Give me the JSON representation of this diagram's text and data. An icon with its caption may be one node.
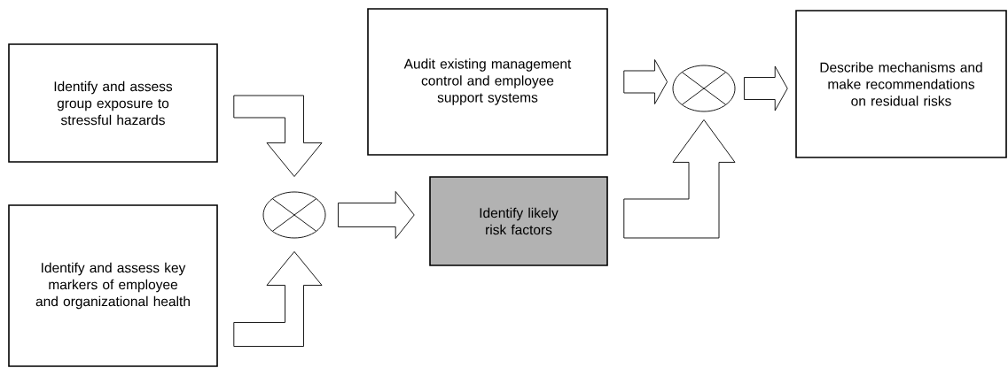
{
  "diagram": {
    "nodes": [
      {
        "text": [
          "Identify and assess group exposure to stressful hazards"
        ]
      },
      {
        "text": [
          "Identify and assess key markers of employee and organizational health"
        ]
      },
      {
        "text": [],
        "shape": "circle"
      },
      {
        "text": [
          "Audit existing management control and employee support systems"
        ]
      },
      {
        "text": [
          "Identify likely risk factors"
        ]
      },
      {
        "text": [],
        "shape": "circle"
      },
      {
        "text": [
          "Describe mechanisms and make recommendations on residual risks"
        ]
      }
    ],
    "edges": [
      {
        "from": 0,
        "to": 2,
        "arrow": "to"
      },
      {
        "from": 1,
        "to": 2,
        "arrow": "to"
      },
      {
        "from": 2,
        "to": 4,
        "arrow": "to"
      },
      {
        "from": 3,
        "to": 5,
        "arrow": "to"
      },
      {
        "from": 4,
        "to": 5,
        "arrow": "to"
      },
      {
        "from": 5,
        "to": 6,
        "arrow": "to"
      }
    ]
  }
}
